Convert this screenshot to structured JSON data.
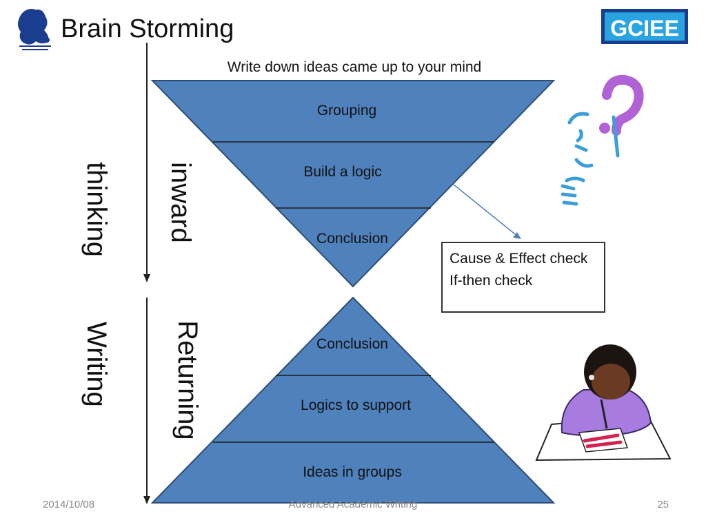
{
  "title": "Brain Storming",
  "top_caption": "Write down ideas came up to your mind",
  "side_labels": {
    "thinking": "thinking",
    "inward": "inward",
    "writing": "Writing",
    "returning": "Returning"
  },
  "inverted_triangle": {
    "layers": [
      "Grouping",
      "Build a logic",
      "Conclusion"
    ]
  },
  "upright_triangle": {
    "layers": [
      "Conclusion",
      "Logics to support",
      "Ideas in groups"
    ]
  },
  "check_box": {
    "line1": "Cause & Effect check",
    "line2": "If-then check"
  },
  "logo_right": "GCIEE",
  "footer": {
    "date": "2014/10/08",
    "course": "Advanced Academic Writing",
    "page": "25"
  },
  "colors": {
    "triangle_fill": "#4f81bd",
    "triangle_stroke": "#2c4d75",
    "logo_blue": "#1b3d8f",
    "logo_bg": "#2aa4e0",
    "question_mark": "#b062d6",
    "student_shirt": "#a77be0"
  }
}
